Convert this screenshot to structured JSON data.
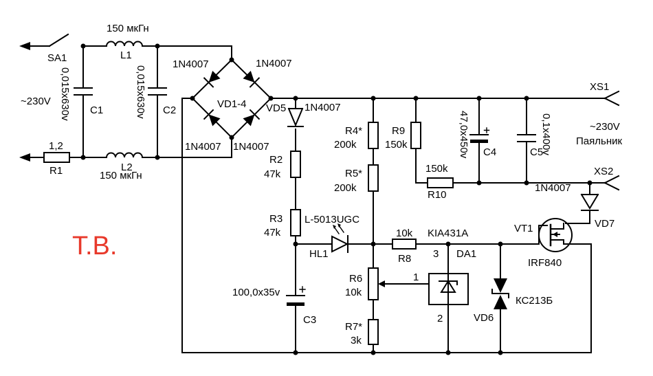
{
  "schematic": {
    "author_mark": "Т.В.",
    "author_mark_color": "#e8392b",
    "input": {
      "switch": "SA1",
      "voltage": "~230V",
      "R1": {
        "ref": "R1",
        "value": "1,2"
      },
      "C1": {
        "ref": "C1",
        "value": "0,015x630v"
      },
      "C2": {
        "ref": "C2",
        "value": "0,015x630v"
      },
      "L1": {
        "ref": "L1",
        "value": "150 мкГн"
      },
      "L2": {
        "ref": "L2",
        "value": "150 мкГн"
      }
    },
    "bridge": {
      "ref": "VD1-4",
      "d1": "1N4007",
      "d2": "1N4007",
      "d3": "1N4007",
      "d4": "1N4007"
    },
    "components": {
      "VD5": {
        "ref": "VD5",
        "value": "1N4007"
      },
      "R2": {
        "ref": "R2",
        "value": "47k"
      },
      "R3": {
        "ref": "R3",
        "value": "47k"
      },
      "HL1": {
        "ref": "HL1",
        "value": "L-5013UGC"
      },
      "C3": {
        "ref": "C3",
        "value": "100,0x35v"
      },
      "R4": {
        "ref": "R4*",
        "value": "200k"
      },
      "R5": {
        "ref": "R5*",
        "value": "200k"
      },
      "R6": {
        "ref": "R6",
        "value": "10k"
      },
      "R7": {
        "ref": "R7*",
        "value": "3k"
      },
      "R8": {
        "ref": "R8",
        "value": "10k"
      },
      "R9": {
        "ref": "R9",
        "value": "150k"
      },
      "R10": {
        "ref": "R10",
        "value": "150k"
      },
      "C4": {
        "ref": "C4",
        "value": "47,0x450v"
      },
      "C5": {
        "ref": "C5",
        "value": "0,1x400v"
      },
      "DA1": {
        "ref": "DA1",
        "value": "KIA431A",
        "pin1": "1",
        "pin2": "2",
        "pin3": "3"
      },
      "VD6": {
        "ref": "VD6",
        "value": "КС213Б"
      },
      "VD7": {
        "ref": "VD7",
        "value": "1N4007"
      },
      "VT1": {
        "ref": "VT1",
        "value": "IRF840"
      }
    },
    "output": {
      "XS1": "XS1",
      "XS2": "XS2",
      "voltage": "~230V",
      "load": "Паяльник"
    }
  }
}
